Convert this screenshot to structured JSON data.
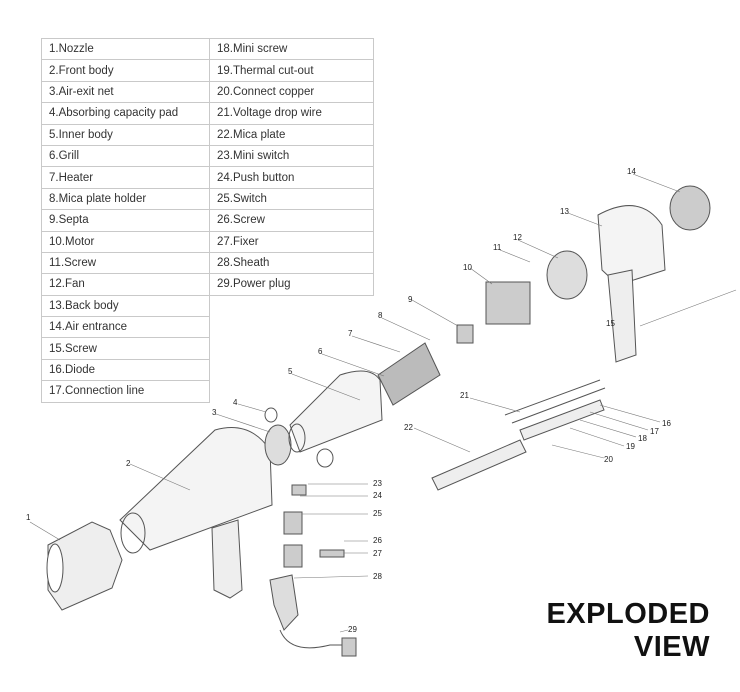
{
  "legend": {
    "col1": [
      "1.Nozzle",
      "2.Front body",
      "3.Air-exit net",
      "4.Absorbing capacity pad",
      "5.Inner body",
      "6.Grill",
      "7.Heater",
      "8.Mica plate holder",
      "9.Septa",
      "10.Motor",
      "11.Screw",
      "12.Fan",
      "13.Back body",
      "14.Air entrance",
      "15.Screw",
      "16.Diode",
      "17.Connection line"
    ],
    "col2": [
      "18.Mini screw",
      "19.Thermal cut-out",
      "20.Connect copper",
      "21.Voltage drop wire",
      "22.Mica plate",
      "23.Mini switch",
      "24.Push button",
      "25.Switch",
      "26.Screw",
      "27.Fixer",
      "28.Sheath",
      "29.Power plug"
    ]
  },
  "callouts": [
    "1",
    "2",
    "3",
    "4",
    "5",
    "6",
    "7",
    "8",
    "9",
    "10",
    "11",
    "12",
    "13",
    "14",
    "15",
    "16",
    "17",
    "18",
    "19",
    "20",
    "21",
    "22",
    "23",
    "24",
    "25",
    "26",
    "27",
    "28",
    "29"
  ],
  "caption": {
    "line1": "EXPLODED",
    "line2": "VIEW"
  },
  "colors": {
    "line": "#555555",
    "text": "#333333",
    "grid": "#c9c9c9",
    "caption": "#111111"
  }
}
